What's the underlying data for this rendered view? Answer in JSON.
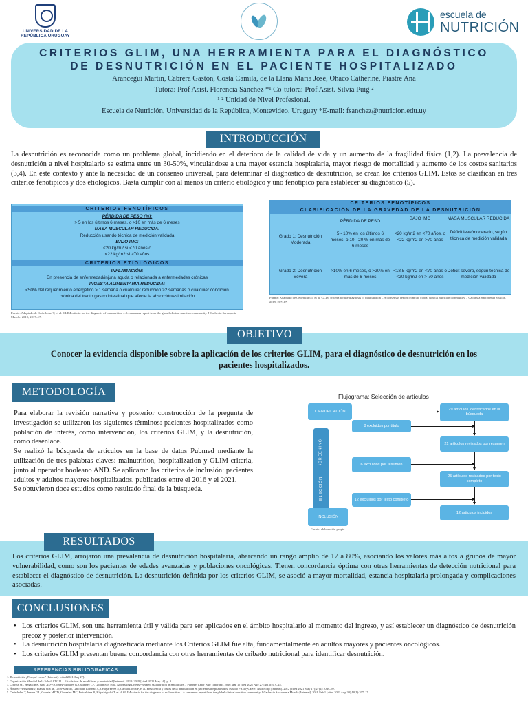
{
  "logos": {
    "udelar": "UNIVERSIDAD DE LA REPÚBLICA URUGUAY",
    "escuela_line1": "escuela de",
    "escuela_line2": "NUTRICIÓN"
  },
  "header": {
    "title": "CRITERIOS GLIM, UNA HERRAMIENTA PARA EL DIAGNÓSTICO DE DESNUTRICIÓN EN EL PACIENTE HOSPITALIZADO",
    "authors": "Arancegui Martín, Cabrera Gastón, Costa Camila, de la Llana María José, Ohaco Catherine, Piastre Ana",
    "tutors": "Tutora: Prof Asist. Florencia Sánchez *¹ Co-tutora: Prof Asist. Silvia Puig ²",
    "unit": "¹ ² Unidad de Nivel Profesional.",
    "affiliation": "Escuela de Nutrición, Universidad de la República, Montevideo, Uruguay *E-mail: fsanchez@nutricion.edu.uy"
  },
  "introduccion": {
    "heading": "INTRODUCCIÓN",
    "text": "La desnutrición es reconocida como un problema global, incidiendo en el deterioro de la calidad de vida y un aumento de la fragilidad física (1,2). La prevalencia de desnutrición a nivel hospitalario se estima entre un 30-50%, vinculándose a una mayor estancia hospitalaria, mayor riesgo de mortalidad y aumento de los costos sanitarios (3,4). En este contexto y ante la necesidad de un consenso universal, para determinar el diagnóstico de desnutrición, se crean los criterios GLIM. Estos se clasifican en tres criterios fenotípicos y dos etiológicos. Basta cumplir con al menos un criterio etiológico y uno fenotípico para establecer su diagnóstico (5)."
  },
  "criterios": {
    "fenotipicos_title": "CRITERIOS FENOTÍPICOS",
    "perdida_label": "PÉRDIDA DE PESO (%):",
    "perdida_text": "> 5 en los últimos 6 meses, o >10 en más de 6 meses",
    "masa_label": "MASA MUSCULAR REDUCIDA:",
    "masa_text": "Reducción usando técnica de medición validada",
    "imc_label": "BAJO IMC:",
    "imc_text1": "<20 kg/m2 si <70 años o",
    "imc_text2": "<22 kg/m2 si >70 años",
    "etiologicos_title": "CRITERIOS ETIOLÓGICOS",
    "inflamacion_label": "INFLAMACIÓN:",
    "inflamacion_text": "En presencia de enfermedad/injuria aguda o relacionada a enfermedades crónicas",
    "ingesta_label": "INGESTA ALIMENTARIA REDUCIDA:",
    "ingesta_text1": "<50% del requerimiento energético > 1 semana o cualquier reducción >2 semanas o cualquier condición",
    "ingesta_text2": "crónica del tracto gastro intestinal que afecte la absorción/asimilación",
    "fuente": "Fuente: Adaptado de Cederholm T, et al. GLIM criteria for the diagnosis of malnutrition – A consensus report from the global clinical nutrition community. J Cachexia Sarcopenia Muscle. 2019, 2017–17."
  },
  "clasificacion": {
    "title1": "CRITERIOS FENOTÍPICOS",
    "title2": "CLASIFICACIÓN DE LA GRAVEDAD DE LA DESNUTRICIÓN",
    "col1": "PÉRDIDA DE PESO",
    "col2": "BAJO IMC",
    "col3": "MASA MUSCULAR REDUCIDA",
    "row1_label": "Grado 1: Desnutrición Moderada",
    "row1_c1": "5 - 10% en los últimos 6 meses, o 10 - 20 % en más de 6 meses",
    "row1_c2": "<20 kg/m2 en <70 años, o <22 kg/m2 en >70 años",
    "row1_c3": "Déficit leve/moderado, según técnica de medición validada",
    "row2_label": "Grado 2: Desnutrición Severa",
    "row2_c1": ">10% en 6 meses, o >20% en más de 6 meses",
    "row2_c2": "<18,5 kg/m2 en <70 años o <20 kg/m2 en > 70 años",
    "row2_c3": "Déficit severo, según técnica de medición validada",
    "fuente": "Fuente: Adaptado de Cederholm T, et al. GLIM criteria for the diagnosis of malnutrition – A consensus report from the global clinical nutrition community. J Cachexia Sarcopenia Muscle. 2019, 207–17."
  },
  "objetivo": {
    "heading": "OBJETIVO",
    "text": "Conocer la evidencia disponible sobre la aplicación de los criterios GLIM, para el diagnóstico de desnutrición en los pacientes hospitalizados."
  },
  "metodologia": {
    "heading": "METODOLOGÍA",
    "p1": "Para elaborar la revisión narrativa y posterior construcción de la pregunta de investigación se utilizaron los siguientes términos: pacientes hospitalizados como población de interés, como intervención, los criterios GLIM, y la desnutrición, como desenlace.",
    "p2": "Se realizó la búsqueda de artículos en la base de datos Pubmed mediante la utilización de tres palabras claves: malnutrition, hospitalization y GLIM criteria, junto al operador booleano AND. Se aplicaron los criterios de inclusión: pacientes adultos y adultos mayores hospitalizados, publicados entre el 2016 y el 2021.",
    "p3": "Se obtuvieron doce estudios como resultado final de la búsqueda."
  },
  "flujograma": {
    "title": "Flujograma: Selección de artículos",
    "identificacion": "IDENTIFICACIÓN",
    "screening": "SCREENING",
    "eleccion": "ELECCIÓN",
    "inclusion": "INCLUSIÓN",
    "b1": "29 artículos identificados en la búsqueda",
    "b2": "8 excluidos por título",
    "b3": "21 artículos revisados por resumen",
    "b4": "6 excluidos por resumen",
    "b5": "25 artículos revisados por texto completo",
    "b6": "12 excluidos por texto completo",
    "b7": "12 artículos incluidos",
    "fuente": "Fuente: elaboración propia"
  },
  "resultados": {
    "heading": "RESULTADOS",
    "text": "Los criterios GLIM, arrojaron una prevalencia de desnutrición hospitalaria, abarcando un rango amplio de 17 a 80%, asociando los valores más altos a grupos de mayor vulnerabilidad, como son los pacientes de edades avanzadas y poblaciones oncológicas. Tienen concordancia óptima con otras herramientas de detección nutricional para establecer el diagnóstico de desnutrición. La desnutrición definida por los criterios GLIM, se asoció a mayor mortalidad, estancia hospitalaria prolongada y complicaciones asociadas."
  },
  "conclusiones": {
    "heading": "CONCLUSIONES",
    "items": [
      "Los criterios GLIM, son una herramienta útil y válida para ser aplicados en el ámbito hospitalario al momento del ingreso, y así establecer un diagnóstico de desnutrición precoz y posterior intervención.",
      "La desnutrición hospitalaria diagnosticada mediante los Criterios GLIM fue alta, fundamentalmente en adultos mayores y pacientes oncológicos.",
      "Los criterios GLIM presentan buena concordancia con otras herramientas de cribado nutricional para identificar desnutrición."
    ]
  },
  "referencias": {
    "heading": "REFERENCIAS BIBLIOGRÁFICAS",
    "items": [
      "1.   Desnutrición ¿Por qué existe? [Internet]. [cited 2021 Aug 27].",
      "2.   Organización Mundial de la Salud. CIE-11 – Estadísticas de morbilidad y mortalidad [Internet]. 2019. 2019 [cited 2021 May 16]. p. 3.",
      "3.   Correia MI, Hegazi RA, Graf JID-P, Gomez-Morales G, Gutiérrez CF, Goldin MF, et al. Addressing Disease-Related Malnutrition in Healthcare. J Parenter Enter Nutr [Internet]. 2016 Mar 1 [cited 2021 Aug 27];40(3):319–25.",
      "4.   Álvarez-Hernández J, Planas Vila M, León-Sanz M, García de Lorenzo A, Celaya-Pérez S, García-Lorda P, et al. Prevalencia y costes de la malnutrición en pacientes hospitalizados; estudio PREDyCES®. Nutr Hosp [Internet]. 2012 [cited 2021 May 17];27(4):1049–59.",
      "5.   Cederholm T, Jensen GL, Correia MITD, Gonzalez MC, Fukushima R, Higashiguchi T, et al. GLIM criteria for the diagnosis of malnutrition – A consensus report from the global clinical nutrition community. J Cachexia Sarcopenia Muscle [Internet]. 2019 Feb 1 [cited 2021 Aug 30];10(1):207–17."
    ]
  },
  "colors": {
    "band": "#a6e1ee",
    "heading_bg": "#2c6c91",
    "table_bg": "#7ec9ef",
    "table_header": "#4f9ed6",
    "flow_box": "#5bb4e4"
  }
}
